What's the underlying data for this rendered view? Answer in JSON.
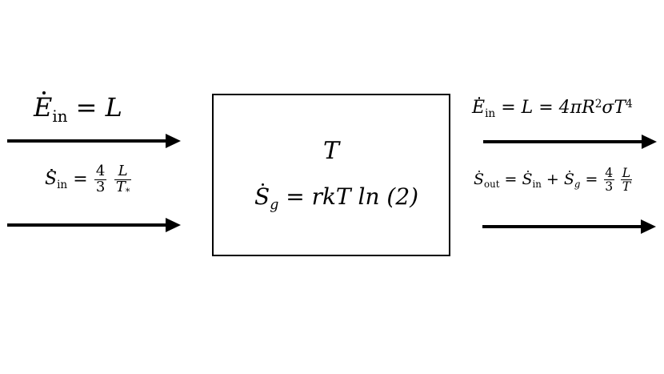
{
  "system_box": {
    "temperature_symbol": "T",
    "entropy_generation": {
      "lhs_symbol": "S",
      "lhs_subscript": "g",
      "rhs": "= rkT ln (2)"
    }
  },
  "inputs": {
    "energy": {
      "symbol": "E",
      "subscript": "in",
      "rhs": "= L"
    },
    "entropy": {
      "symbol": "S",
      "subscript": "in",
      "equals": "=",
      "coefficient_num": "4",
      "coefficient_den": "3",
      "ratio_num": "L",
      "ratio_den": "T",
      "ratio_den_sub": "*"
    }
  },
  "outputs": {
    "energy": {
      "symbol": "E",
      "subscript": "in",
      "rhs_part1": "= L = 4πR",
      "rhs_exp1": "2",
      "rhs_part2": "σT",
      "rhs_exp2": "4"
    },
    "entropy": {
      "symbol": "S",
      "subscript": "out",
      "term1_symbol": "S",
      "term1_subscript": "in",
      "plus": "+",
      "term2_symbol": "S",
      "term2_subscript": "g",
      "equals1": "=",
      "equals2": "=",
      "coefficient_num": "4",
      "coefficient_den": "3",
      "ratio_num": "L",
      "ratio_den": "T"
    }
  }
}
